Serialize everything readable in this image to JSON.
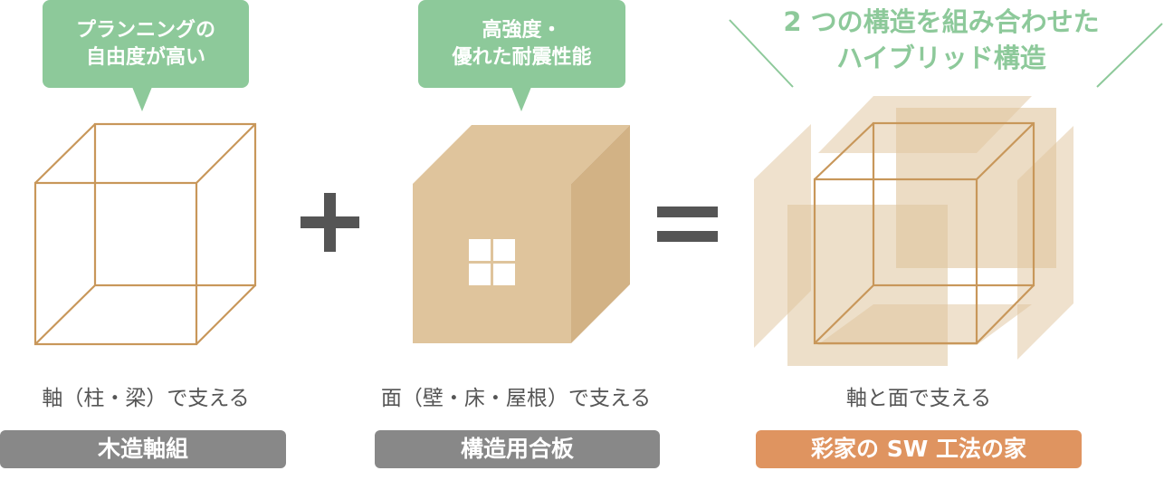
{
  "columns": [
    {
      "bubble_lines": [
        "プランニングの",
        "自由度が高い"
      ],
      "caption": "軸（柱・梁）で支える",
      "pill": "木造軸組"
    },
    {
      "bubble_lines": [
        "高強度・",
        "優れた耐震性能"
      ],
      "caption": "面（壁・床・屋根）で支える",
      "pill": "構造用合板"
    },
    {
      "headline_lines": [
        "2 つの構造を組み合わせた",
        "ハイブリッド構造"
      ],
      "caption": "軸と面で支える",
      "pill": "彩家の SW 工法の家"
    }
  ],
  "colors": {
    "green": "#8dc99a",
    "frame": "#c8975a",
    "panel_front": "#dfc49c",
    "panel_side": "#d2b285",
    "operator": "#555555",
    "pill_gray": "#888888",
    "pill_orange": "#df9460"
  }
}
